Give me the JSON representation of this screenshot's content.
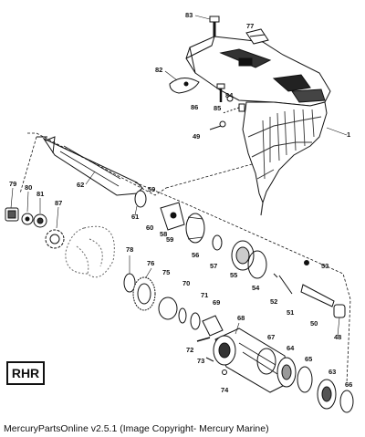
{
  "diagram": {
    "badge": "RHR",
    "caption": "MercuryPartsOnline v2.5.1 (Image Copyright- Mercury Marine)",
    "callouts": [
      "83",
      "77",
      "82",
      "84",
      "86",
      "85",
      "49",
      "1",
      "62",
      "79",
      "80",
      "81",
      "87",
      "59",
      "61",
      "60",
      "58",
      "59",
      "56",
      "57",
      "55",
      "53",
      "54",
      "52",
      "51",
      "50",
      "48",
      "78",
      "76",
      "75",
      "70",
      "71",
      "69",
      "68",
      "67",
      "64",
      "65",
      "72",
      "73",
      "74",
      "63",
      "66"
    ]
  }
}
